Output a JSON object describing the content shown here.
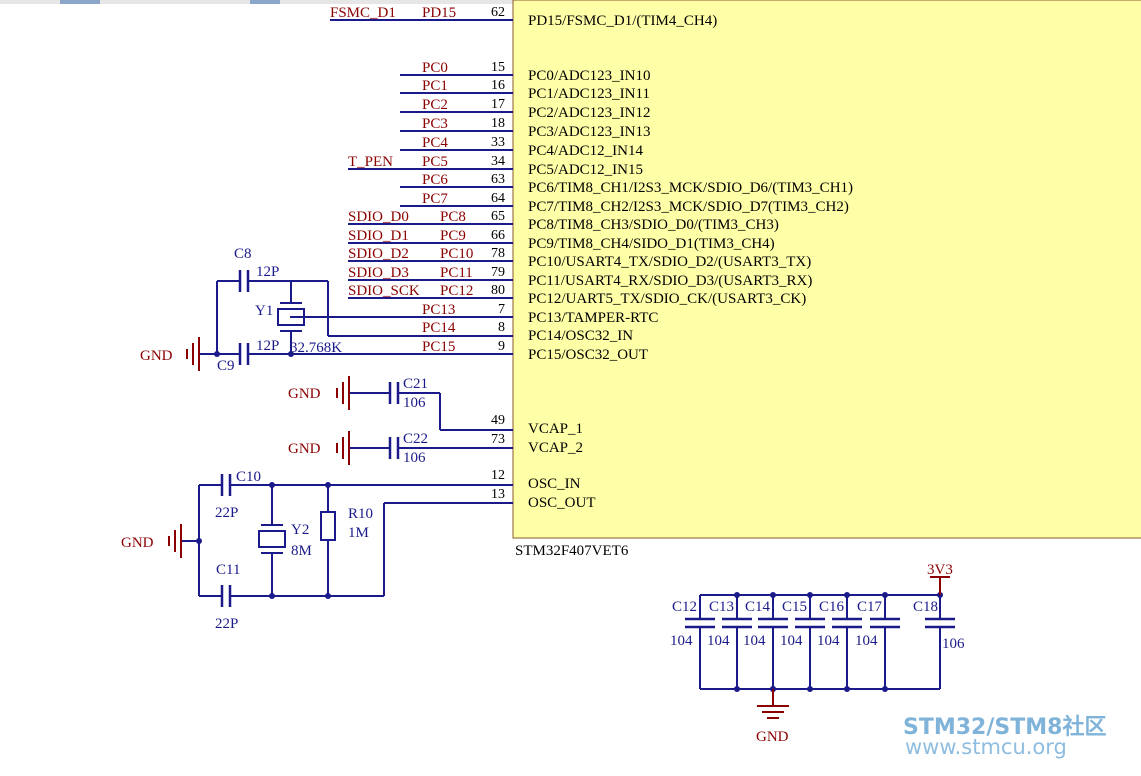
{
  "toolbar_strip": "",
  "chip": {
    "name": "STM32F407VET6",
    "fill": "#ffffa8",
    "pins": [
      {
        "num": "62",
        "label": "PD15/FSMC_D1/(TIM4_CH4)",
        "net": "PD15",
        "extra": "FSMC_D1",
        "extra_color": "blue"
      },
      {
        "num": "15",
        "label": "PC0/ADC123_IN10",
        "net": "PC0",
        "extra": ""
      },
      {
        "num": "16",
        "label": "PC1/ADC123_IN11",
        "net": "PC1",
        "extra": ""
      },
      {
        "num": "17",
        "label": "PC2/ADC123_IN12",
        "net": "PC2",
        "extra": ""
      },
      {
        "num": "18",
        "label": "PC3/ADC123_IN13",
        "net": "PC3",
        "extra": ""
      },
      {
        "num": "33",
        "label": "PC4/ADC12_IN14",
        "net": "PC4",
        "extra": ""
      },
      {
        "num": "34",
        "label": "PC5/ADC12_IN15",
        "net": "PC5",
        "extra": "T_PEN",
        "extra_color": "blue"
      },
      {
        "num": "63",
        "label": "PC6/TIM8_CH1/I2S3_MCK/SDIO_D6/(TIM3_CH1)",
        "net": "PC6",
        "extra": ""
      },
      {
        "num": "64",
        "label": "PC7/TIM8_CH2/I2S3_MCK/SDIO_D7(TIM3_CH2)",
        "net": "PC7",
        "extra": ""
      },
      {
        "num": "65",
        "label": "PC8/TIM8_CH3/SDIO_D0/(TIM3_CH3)",
        "net": "PC8",
        "extra": "SDIO_D0",
        "extra_color": "red"
      },
      {
        "num": "66",
        "label": "PC9/TIM8_CH4/SIDO_D1(TIM3_CH4)",
        "net": "PC9",
        "extra": "SDIO_D1",
        "extra_color": "red"
      },
      {
        "num": "78",
        "label": "PC10/USART4_TX/SDIO_D2/(USART3_TX)",
        "net": "PC10",
        "extra": "SDIO_D2",
        "extra_color": "red"
      },
      {
        "num": "79",
        "label": "PC11/USART4_RX/SDIO_D3/(USART3_RX)",
        "net": "PC11",
        "extra": "SDIO_D3",
        "extra_color": "red"
      },
      {
        "num": "80",
        "label": "PC12/UART5_TX/SDIO_CK/(USART3_CK)",
        "net": "PC12",
        "extra": "SDIO_SCK",
        "extra_color": "red"
      },
      {
        "num": "7",
        "label": "PC13/TAMPER-RTC",
        "net": "PC13",
        "extra": ""
      },
      {
        "num": "8",
        "label": "PC14/OSC32_IN",
        "net": "PC14",
        "extra": ""
      },
      {
        "num": "9",
        "label": "PC15/OSC32_OUT",
        "net": "PC15",
        "extra": ""
      },
      {
        "num": "49",
        "label": "VCAP_1",
        "net": "",
        "extra": ""
      },
      {
        "num": "73",
        "label": "VCAP_2",
        "net": "",
        "extra": ""
      },
      {
        "num": "12",
        "label": "OSC_IN",
        "net": "",
        "extra": ""
      },
      {
        "num": "13",
        "label": "OSC_OUT",
        "net": "",
        "extra": ""
      }
    ]
  },
  "components": {
    "c8": {
      "ref": "C8",
      "value": "12P"
    },
    "c9": {
      "ref": "C9",
      "value": "12P"
    },
    "y1": {
      "ref": "Y1",
      "value": "32.768K"
    },
    "c21": {
      "ref": "C21",
      "value": "106"
    },
    "c22": {
      "ref": "C22",
      "value": "106"
    },
    "c10": {
      "ref": "C10",
      "value": "22P"
    },
    "c11": {
      "ref": "C11",
      "value": "22P"
    },
    "y2": {
      "ref": "Y2",
      "value": "8M"
    },
    "r10": {
      "ref": "R10",
      "value": "1M"
    },
    "decoupling": [
      {
        "ref": "C12",
        "value": "104"
      },
      {
        "ref": "C13",
        "value": "104"
      },
      {
        "ref": "C14",
        "value": "104"
      },
      {
        "ref": "C15",
        "value": "104"
      },
      {
        "ref": "C16",
        "value": "104"
      },
      {
        "ref": "C17",
        "value": "104"
      },
      {
        "ref": "C18",
        "value": "106"
      }
    ]
  },
  "power": {
    "gnd": "GND",
    "vcc": "3V3"
  },
  "watermark": {
    "line1": "STM32/STM8社区",
    "line2": "www.stmcu.org"
  },
  "colors": {
    "wire": "#1a1a8a",
    "net_red": "#8b0000",
    "chip_fill": "#ffffa8"
  }
}
